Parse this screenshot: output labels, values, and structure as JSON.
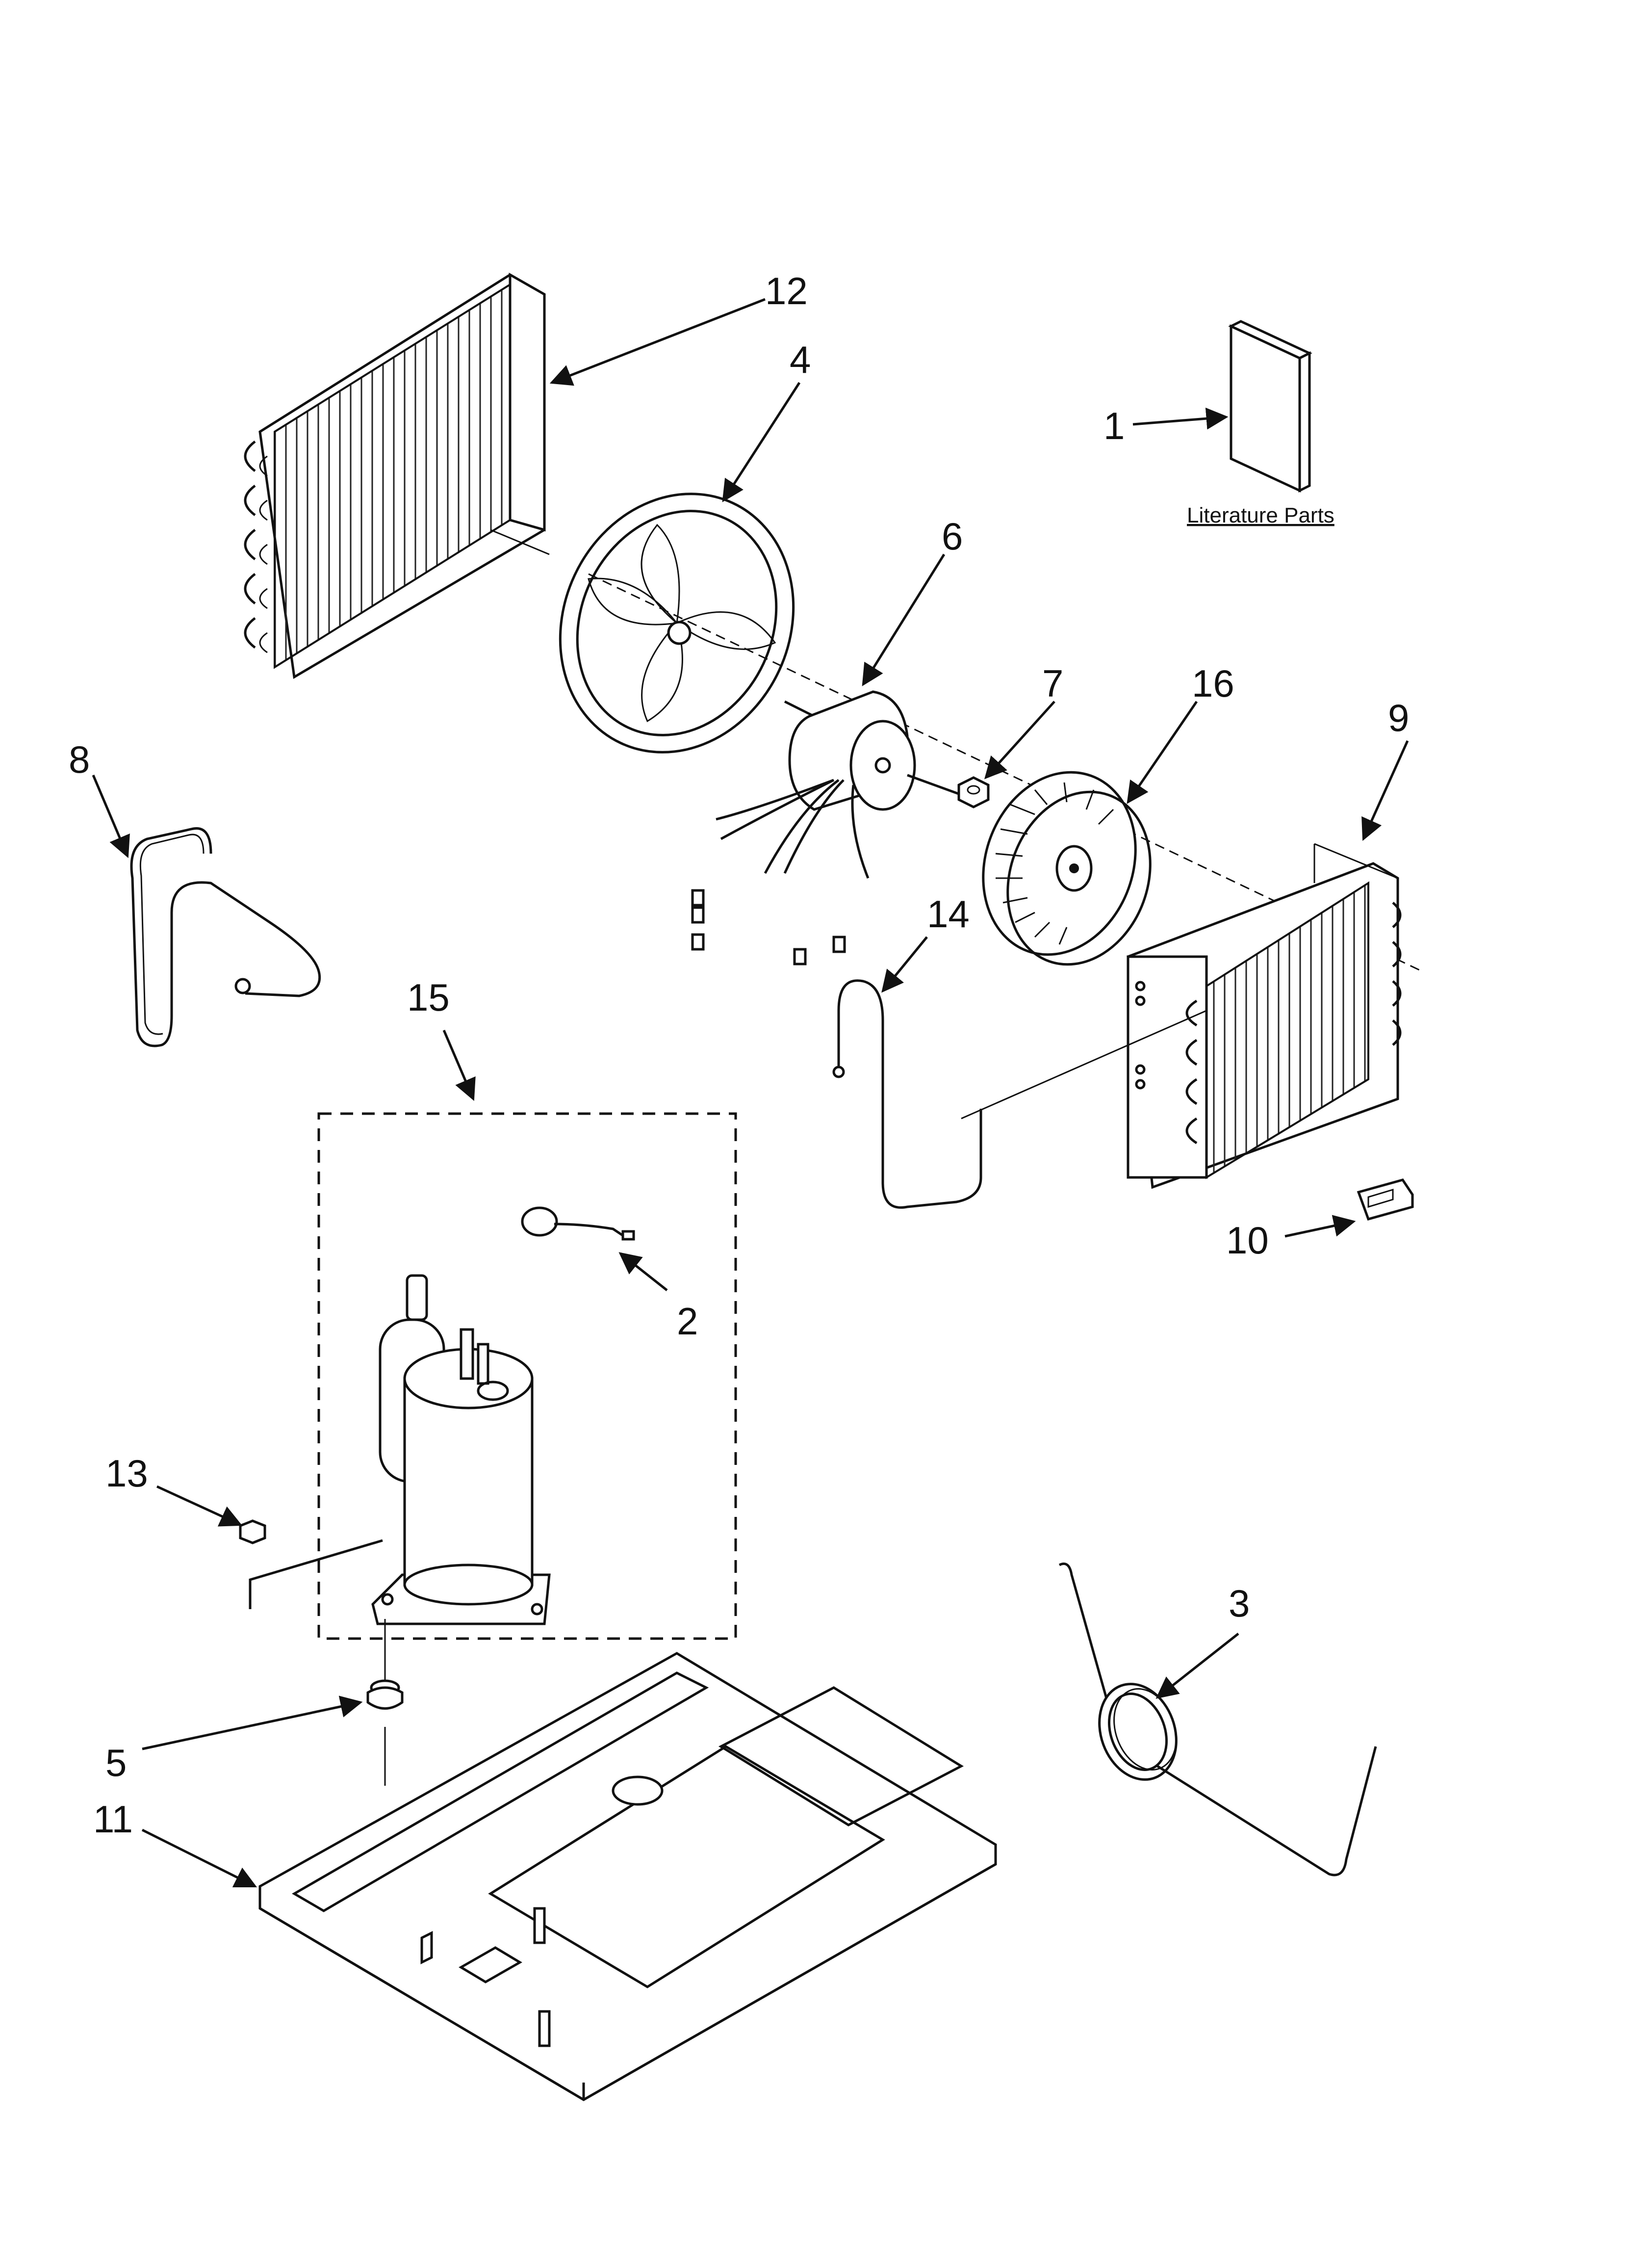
{
  "labels": {
    "p1": "1",
    "p2": "2",
    "p3": "3",
    "p4": "4",
    "p5": "5",
    "p6": "6",
    "p7": "7",
    "p8": "8",
    "p9": "9",
    "p10": "10",
    "p11": "11",
    "p12": "12",
    "p13": "13",
    "p14": "14",
    "p15": "15",
    "p16": "16"
  },
  "literature_caption": "Literature Parts"
}
